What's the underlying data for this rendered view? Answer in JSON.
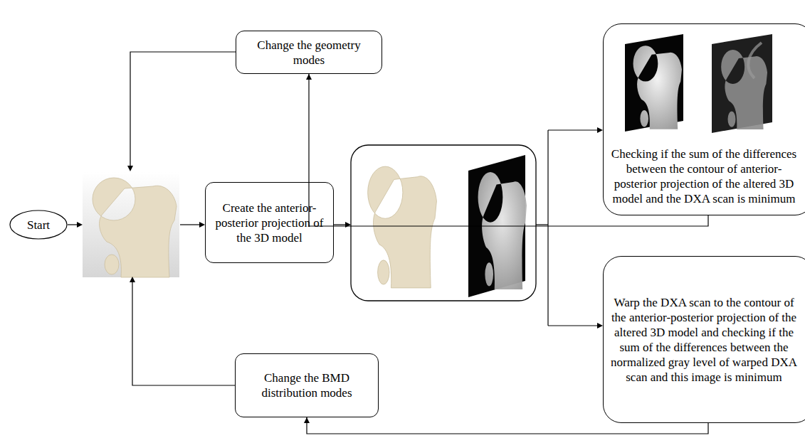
{
  "diagram": {
    "nodes": [
      {
        "text": [
          "Change the geometry modes"
        ]
      },
      {
        "text": [
          "Start"
        ]
      },
      {
        "text": [
          "Create the anterior-posterior projection of the 3D model"
        ]
      },
      {
        "text": [
          "Checking if the sum of the differences between the contour of anterior-posterior projection of the altered 3D model and the DXA scan is minimum"
        ]
      },
      {
        "text": [
          "Warp the DXA scan to the contour of the anterior-posterior projection of the altered 3D model and checking if the sum of the differences between the normalized gray level of warped DXA scan and this image is minimum"
        ]
      },
      {
        "text": [
          "Change the BMD distribution modes"
        ]
      }
    ],
    "edges": [
      {
        "from": 3,
        "to": 0,
        "arrow": "to"
      },
      {
        "from": 4,
        "to": 5,
        "arrow": "to"
      }
    ]
  }
}
